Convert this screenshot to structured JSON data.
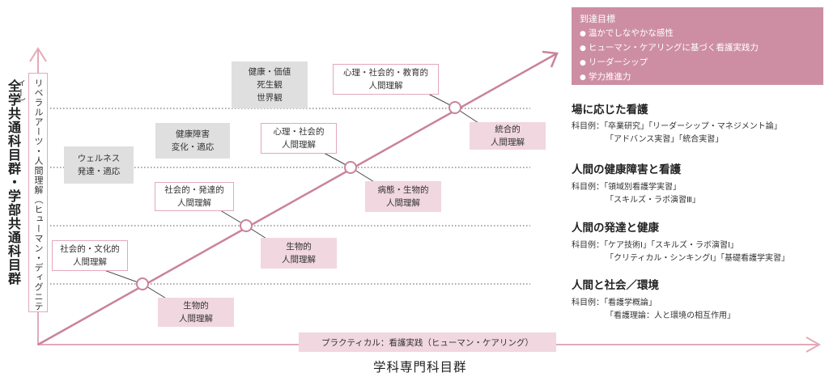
{
  "axes": {
    "y_label": "全学共通科目群・学部共通科目群",
    "x_label": "学科専門科目群",
    "liberal_arts": "リベラルアーツ・人間理解（ヒューマン・ディグニティー）",
    "practical": "プラクティカル：看護実践（ヒューマン・ケアリング）"
  },
  "gray_boxes": [
    {
      "lines": [
        "ウェルネス",
        "発達・適応"
      ]
    },
    {
      "lines": [
        "健康障害",
        "変化・適応"
      ]
    },
    {
      "lines": [
        "健康・価値",
        "死生観",
        "世界観"
      ]
    }
  ],
  "outline_boxes": [
    {
      "lines": [
        "社会的・文化的",
        "人間理解"
      ]
    },
    {
      "lines": [
        "社会的・発達的",
        "人間理解"
      ]
    },
    {
      "lines": [
        "心理・社会的",
        "人間理解"
      ]
    },
    {
      "lines": [
        "心理・社会的・教育的",
        "人間理解"
      ]
    }
  ],
  "pink_boxes": [
    {
      "lines": [
        "生物的",
        "人間理解"
      ]
    },
    {
      "lines": [
        "生物的",
        "人間理解"
      ]
    },
    {
      "lines": [
        "病態・生物的",
        "人間理解"
      ]
    },
    {
      "lines": [
        "統合的",
        "人間理解"
      ]
    }
  ],
  "goals": {
    "title": "到達目標",
    "items": [
      "温かでしなやかな感性",
      "ヒューマン・ケアリングに基づく看護実践力",
      "リーダーシップ",
      "学力推進力"
    ]
  },
  "categories": [
    {
      "title": "場に応じた看護",
      "example_label": "科目例：",
      "lines": [
        "「卒業研究」「リーダーシップ・マネジメント論」",
        "「アドバンス実習」「統合実習」"
      ]
    },
    {
      "title": "人間の健康障害と看護",
      "example_label": "科目例：",
      "lines": [
        "「領域別看護学実習」",
        "「スキルズ・ラボ演習Ⅲ」"
      ]
    },
    {
      "title": "人間の発達と健康",
      "example_label": "科目例：",
      "lines": [
        "「ケア技術Ⅰ」「スキルズ・ラボ演習Ⅰ」",
        "「クリティカル・シンキングⅠ」「基礎看護学実習」"
      ]
    },
    {
      "title": "人間と社会／環境",
      "example_label": "科目例：",
      "lines": [
        "「看護学概論」",
        "「看護理論：人と環境の相互作用」"
      ]
    }
  ],
  "colors": {
    "accent": "#c9839b",
    "light_pink": "#f1d7df",
    "outline": "#e3a9b9",
    "gray": "#e0dfdf",
    "goal_bg": "#cd8ea4"
  }
}
